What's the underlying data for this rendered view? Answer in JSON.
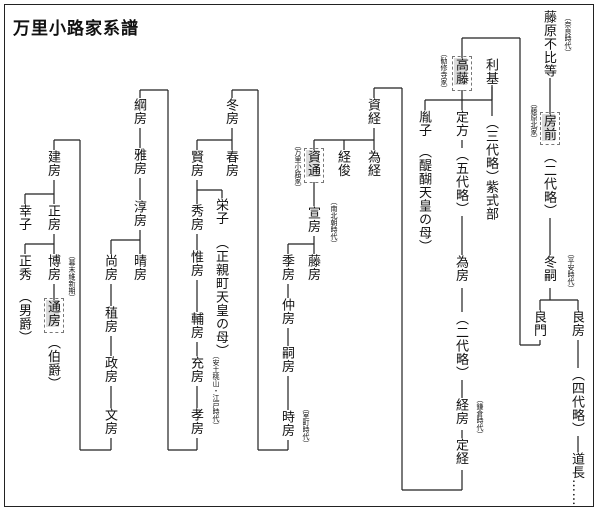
{
  "title": "万里小路家系譜",
  "names": {
    "fujiwara_fuhito": "藤原不比等",
    "fusasaki": "房前",
    "fusasaki_gen": "（二代略）",
    "fuyutsugu": "冬嗣",
    "yoshikado": "良門",
    "yoshifusa": "良房",
    "yoshifusa_gen": "（四代略）",
    "michinaga": "道長……",
    "takafuji": "高藤",
    "toshimoto": "利基",
    "toshimoto_gen": "（三代略）",
    "murasaki": "紫式部",
    "sadakata": "定方",
    "sadakata_gen": "（五代略）",
    "tamefusa": "為房",
    "tamefusa_gen": "（二代略）",
    "tsunefusa": "経房",
    "sadatsune": "定経",
    "inshi": "胤子",
    "inshi_note": "（醍醐天皇の母）",
    "suketsune": "資経",
    "tsunetoshi": "経俊",
    "tametsune": "為経",
    "sukemichi": "資通",
    "nobufusa": "宣房",
    "fujifusa": "藤房",
    "suefusa": "季房",
    "nakafusa": "仲房",
    "tsugufusa": "嗣房",
    "tokifusa": "時房",
    "fuyufusa": "冬房",
    "harufusa": "春房",
    "katafusa": "賢房",
    "hidefusa": "秀房",
    "koresfusa": "惟房",
    "sukefusa": "輔房",
    "mitsufusa": "充房",
    "takafusa": "孝房",
    "eiko": "栄子",
    "eiko_note": "（正親町天皇の母）",
    "tsunafusa": "綱房",
    "masafusa": "雅房",
    "atsufusa": "淳房",
    "harufusa2": "晴房",
    "naofusa": "尚房",
    "tanefusa": "稙房",
    "masafusa2": "政房",
    "fumifusa": "文房",
    "tatefusa": "建房",
    "sachiko": "幸子",
    "masafusa3": "正房",
    "masahide": "正秀",
    "masahide_note": "（男爵）",
    "hirofusa": "博房",
    "michifusa": "通房",
    "michifusa_note": "（伯爵）"
  },
  "eras": {
    "nara": "（奈良時代）",
    "hokke": "（藤原北家）",
    "heian": "（平安時代）",
    "kanshuji": "（勧修寺家）",
    "kamakura": "（鎌倉時代）",
    "madenokoji": "（万里小路家）",
    "nanbokucho": "（南北朝時代）",
    "muromachi": "（室町時代）",
    "azuchi": "（安土桃山・江戸時代）",
    "bakumatsu": "（幕末維新期）"
  }
}
